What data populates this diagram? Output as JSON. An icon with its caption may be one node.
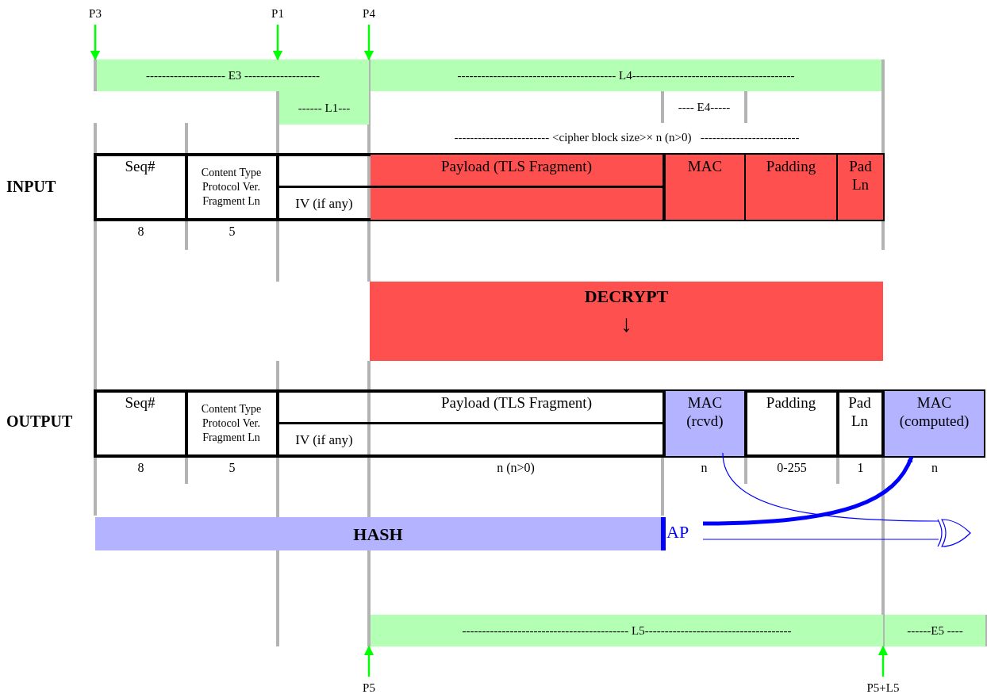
{
  "diagram": {
    "nodes": [
      {
        "text": [
          "P3"
        ]
      },
      {
        "text": [
          "P1"
        ]
      },
      {
        "text": [
          "P4"
        ]
      },
      {
        "text": [
          "-------------------- E3 -------------------"
        ]
      },
      {
        "text": [
          "---------------------------------------- L4-----------------------------------------"
        ]
      },
      {
        "text": [
          "------ L1---"
        ]
      },
      {
        "text": [
          "Seq#"
        ],
        "beside": [
          "8"
        ]
      },
      {
        "text": [
          "Content Type Protocol Ver. Fragment Ln"
        ],
        "beside": [
          "5"
        ]
      },
      {
        "text": [
          "Payload (TLS Fragment)"
        ]
      },
      {
        "text": [
          "IV (if any)"
        ]
      },
      {
        "text": [
          "MAC"
        ]
      },
      {
        "text": [
          "Padding"
        ]
      },
      {
        "text": [
          "Pad Ln"
        ]
      },
      {
        "text": [
          "DECRYPT",
          "↓"
        ]
      },
      {
        "text": [
          "Seq#"
        ],
        "beside": [
          "8"
        ]
      },
      {
        "text": [
          "Content Type Protocol Ver. Fragment Ln"
        ],
        "beside": [
          "5"
        ]
      },
      {
        "text": [
          "Payload (TLS Fragment)"
        ]
      },
      {
        "text": [
          "IV (if any)"
        ]
      },
      {
        "text": [
          "MAC (rcvd)"
        ],
        "beside": [
          "n"
        ]
      },
      {
        "text": [
          "Padding"
        ],
        "beside": [
          "0-255"
        ]
      },
      {
        "text": [
          "Pad Ln"
        ],
        "beside": [
          "1"
        ]
      },
      {
        "text": [
          "MAC (computed)"
        ],
        "beside": [
          "n"
        ]
      },
      {
        "text": [
          "HASH"
        ]
      },
      {
        "text": [
          "AP"
        ]
      },
      {
        "text": [],
        "shape": "gate"
      },
      {
        "text": [
          "------------------------------------------ L5-------------------------------------"
        ]
      },
      {
        "text": [
          "------E5 ----"
        ]
      },
      {
        "text": [
          "P5"
        ]
      },
      {
        "text": [
          "P5+L5"
        ]
      }
    ],
    "edges": [
      {
        "from": 0,
        "to": 3,
        "arrow": "to"
      },
      {
        "from": 1,
        "to": 3,
        "arrow": "to"
      },
      {
        "from": 2,
        "to": 4,
        "arrow": "to"
      },
      {
        "from": 23,
        "to": 21,
        "arrow": "to",
        "style": "thick",
        "color": "#0000ff"
      },
      {
        "from": 18,
        "to": 24,
        "arrow": "none",
        "color": "#0000ff"
      },
      {
        "from": 23,
        "to": 24,
        "arrow": "none",
        "color": "#0000ff"
      },
      {
        "from": 27,
        "to": 25,
        "arrow": "to"
      },
      {
        "from": 28,
        "to": 26,
        "arrow": "to"
      }
    ],
    "labels": [
      "---- E4-----",
      "------------------------ <cipher block size>× n (n>0)   -------------------------",
      "INPUT",
      "OUTPUT",
      "n (n>0)"
    ]
  }
}
